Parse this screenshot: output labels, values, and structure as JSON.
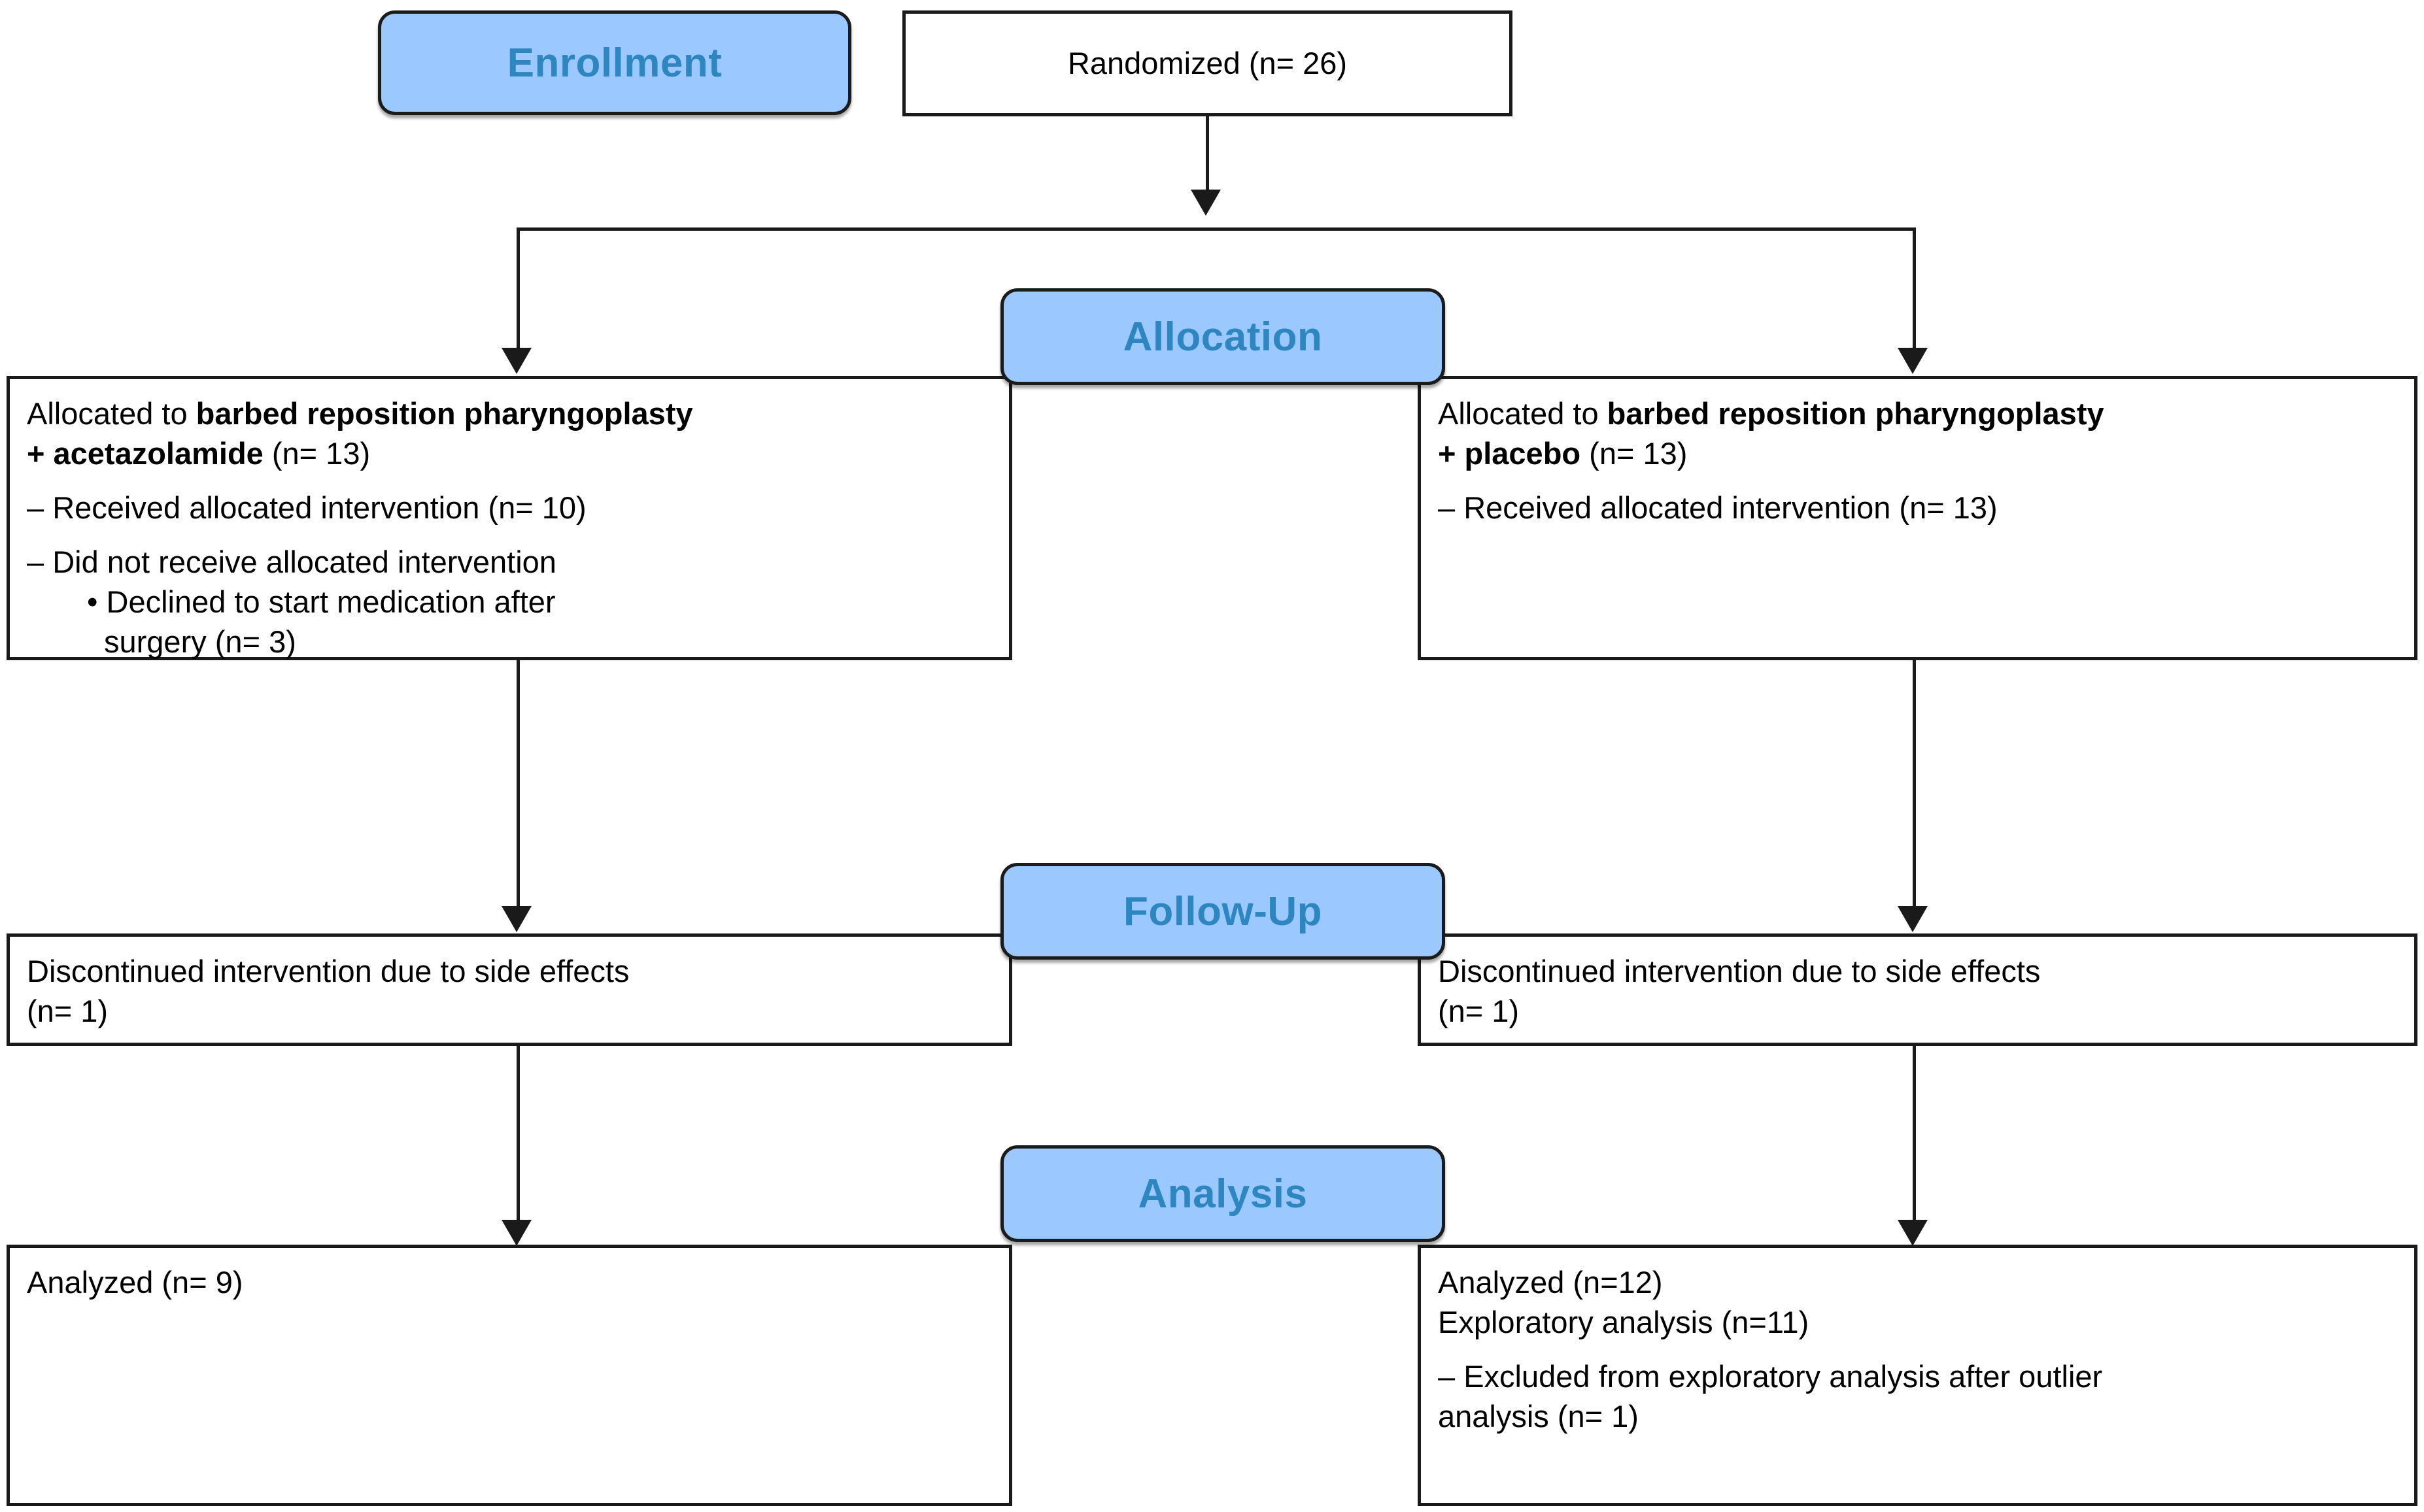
{
  "diagram": {
    "type": "CONSORT participant flow diagram",
    "accent_pill_fill": "#9BC9FF",
    "accent_pill_text": "#2E86C1",
    "box_border": "#1A1A1A"
  },
  "stages": {
    "enrollment": "Enrollment",
    "allocation": "Allocation",
    "followup": "Follow-Up",
    "analysis": "Analysis"
  },
  "enrollment": {
    "randomized": "Randomized (n= 26)"
  },
  "allocation": {
    "left": {
      "line1_prefix": "Allocated to ",
      "line1_bold": "barbed reposition pharyngoplasty",
      "line2_bold": "+ acetazolamide",
      "line2_suffix": " (n= 13)",
      "item1": "– Received allocated intervention (n=  10)",
      "item2": "– Did not receive allocated intervention",
      "item3_a": "• Declined to start medication after",
      "item3_b": "surgery (n= 3)"
    },
    "right": {
      "line1_prefix": "Allocated to ",
      "line1_bold": "barbed reposition pharyngoplasty",
      "line2_bold": "+ placebo",
      "line2_suffix": " (n= 13)",
      "item1": "– Received allocated intervention (n= 13)"
    }
  },
  "followup": {
    "left": {
      "line1": "Discontinued intervention due to side effects",
      "line2": "(n= 1)"
    },
    "right": {
      "line1": "Discontinued intervention due to side effects",
      "line2": "(n= 1)"
    }
  },
  "analysis": {
    "left": {
      "line1": "Analyzed (n= 9)"
    },
    "right": {
      "line1": "Analyzed (n=12)",
      "line2": "Exploratory analysis (n=11)",
      "line3_a": "– Excluded from exploratory analysis after outlier",
      "line3_b": "analysis (n= 1)"
    }
  },
  "chart_data": {
    "type": "flowchart",
    "title": "CONSORT flow diagram",
    "nodes": [
      {
        "id": "randomized",
        "stage": "Enrollment",
        "label": "Randomized (n= 26)",
        "n": 26
      },
      {
        "id": "alloc_left",
        "stage": "Allocation",
        "label": "Allocated to barbed reposition pharyngoplasty + acetazolamide (n= 13)",
        "n": 13,
        "details": [
          "Received allocated intervention (n= 10)",
          "Did not receive allocated intervention",
          "Declined to start medication after surgery (n= 3)"
        ]
      },
      {
        "id": "alloc_right",
        "stage": "Allocation",
        "label": "Allocated to barbed reposition pharyngoplasty + placebo (n= 13)",
        "n": 13,
        "details": [
          "Received allocated intervention (n= 13)"
        ]
      },
      {
        "id": "followup_left",
        "stage": "Follow-Up",
        "label": "Discontinued intervention due to side effects (n= 1)",
        "n": 1
      },
      {
        "id": "followup_right",
        "stage": "Follow-Up",
        "label": "Discontinued intervention due to side effects (n= 1)",
        "n": 1
      },
      {
        "id": "analysis_left",
        "stage": "Analysis",
        "label": "Analyzed (n= 9)",
        "n": 9
      },
      {
        "id": "analysis_right",
        "stage": "Analysis",
        "label": "Analyzed (n=12); Exploratory analysis (n=11)",
        "n": 12,
        "details": [
          "Excluded from exploratory analysis after outlier analysis (n= 1)"
        ]
      }
    ],
    "edges": [
      {
        "from": "randomized",
        "to": "alloc_left"
      },
      {
        "from": "randomized",
        "to": "alloc_right"
      },
      {
        "from": "alloc_left",
        "to": "followup_left"
      },
      {
        "from": "alloc_right",
        "to": "followup_right"
      },
      {
        "from": "followup_left",
        "to": "analysis_left"
      },
      {
        "from": "followup_right",
        "to": "analysis_right"
      }
    ]
  }
}
